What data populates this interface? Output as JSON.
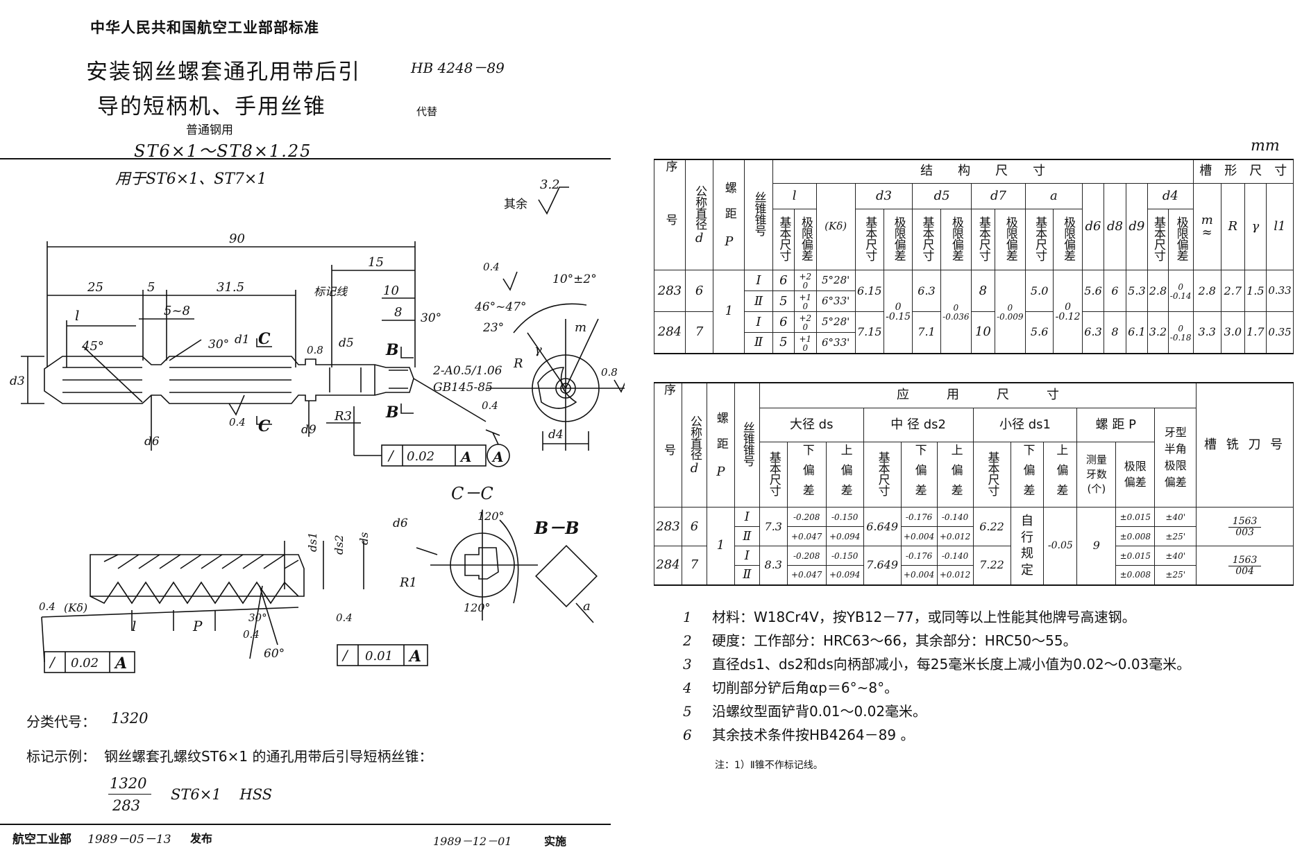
{
  "header": {
    "org": "中华人民共和国航空工业部部标准",
    "title_line1": "安装钢丝螺套通孔用带后引",
    "title_line2": "导的短柄机、手用丝锥",
    "subtitle": "普通钢用",
    "range": "ST6×1～ST8×1.25",
    "std_no": "HB 4248－89",
    "replace": "代替"
  },
  "drawing": {
    "applies_to": "用于ST6×1、ST7×1",
    "roughness_rest": "其余",
    "roughness_val": "3.2",
    "dims": {
      "total": "90",
      "d25": "25",
      "d5": "5",
      "d315": "31.5",
      "d15": "15",
      "d10": "10",
      "d8": "8",
      "d58": "5~8",
      "l": "l",
      "a45": "45°",
      "a30a": "30°",
      "a30b": "30°",
      "mark_line": "标记线",
      "c1": "C",
      "sub1": "1",
      "b": "B",
      "r3": "R3",
      "d3": "d3",
      "d6": "d6",
      "d9": "d9",
      "d5lbl": "d5",
      "d1": "d1",
      "r04": "0.4",
      "r08": "0.8",
      "center": "2-A0.5/1.06",
      "center_std": "GB145-85",
      "tol1": "/",
      "tol1_val": "0.02",
      "datum_a": "A",
      "ang1": "10°±2°",
      "ang2": "46°~47°",
      "ang3": "23°",
      "r04b": "0.4",
      "r08b": "0.8",
      "m": "m",
      "r": "R",
      "y": "γ",
      "d4": "d4",
      "cc": "C－C",
      "a120a": "120°",
      "a120b": "120°",
      "r1": "R1",
      "d6b": "d6",
      "bb": "B－B",
      "a": "a",
      "ds1": "ds1",
      "ds2": "ds2",
      "ds": "ds",
      "k8": "(Kδ)",
      "p": "P",
      "l2": "l",
      "a30c": "30°",
      "a60": "60°",
      "r04c": "0.4",
      "r04d": "0.4",
      "r04e": "0.4",
      "r04f": "0.4",
      "tol2_val": "0.02",
      "tol3_val": "0.01"
    },
    "class_code_label": "分类代号：",
    "class_code": "1320",
    "example_label": "标记示例：",
    "example_text": "钢丝螺套孔螺纹ST6×1 的通孔用带后引导短柄丝锥：",
    "example_num": "1320",
    "example_den": "283",
    "example_rest": "ST6×1    HSS"
  },
  "footer": {
    "org": "航空工业部",
    "issue_date": "1989－05－13",
    "issue": "发布",
    "impl_date": "1989－12－01",
    "impl": "实施"
  },
  "unit": "mm",
  "table1": {
    "h_seq": "序号",
    "h_nom": "公称直径",
    "h_d": "d",
    "h_pitch": "螺距",
    "h_p": "P",
    "h_taps": "丝锥锥号",
    "h_struct": "结　　构　　尺　　寸",
    "h_slot": "槽　形　尺　寸",
    "h_l": "l",
    "h_d3": "d3",
    "h_d5": "d5",
    "h_d7": "d7",
    "h_a": "a",
    "h_d4": "d4",
    "h_basic": "基本尺寸",
    "h_limit": "极限偏差",
    "h_k": "(Kδ)",
    "h_d6": "d6",
    "h_d8": "d8",
    "h_d9": "d9",
    "h_m": "m",
    "h_m2": "≈",
    "h_R": "R",
    "h_Y": "γ",
    "h_l1": "l1",
    "rows": [
      {
        "seq": "283",
        "d": "6",
        "p": "1",
        "t1": "Ⅰ",
        "l1": "6",
        "lt1a": "+2",
        "lt1b": "0",
        "k1": "5°28'",
        "t2": "Ⅱ",
        "l2": "5",
        "lt2a": "+1",
        "lt2b": "0",
        "k2": "6°33'",
        "d3": "6.15",
        "d3t": "0",
        "d3t2": "-0.15",
        "d5": "6.3",
        "d5t": "0",
        "d5t2": "-0.036",
        "d7": "8",
        "d7t": "0",
        "d7t2": "-0.009",
        "a": "5.0",
        "at": "0",
        "at2": "-0.12",
        "d6": "5.6",
        "d8": "6",
        "d9": "5.3",
        "d4": "2.8",
        "d4t": "0",
        "d4t2": "-0.14",
        "m": "2.8",
        "R": "2.7",
        "Y": "1.5",
        "l1v": "0.33"
      },
      {
        "seq": "284",
        "d": "7",
        "p": "",
        "t1": "Ⅰ",
        "l1": "6",
        "lt1a": "+2",
        "lt1b": "0",
        "k1": "5°28'",
        "t2": "Ⅱ",
        "l2": "5",
        "lt2a": "+1",
        "lt2b": "0",
        "k2": "6°33'",
        "d3": "7.15",
        "d5": "7.1",
        "d7": "10",
        "a": "5.6",
        "d6": "6.3",
        "d8": "8",
        "d9": "6.1",
        "d4": "3.2",
        "d4t": "0",
        "d4t2": "-0.18",
        "m": "3.3",
        "R": "3.0",
        "Y": "1.7",
        "l1v": "0.35"
      }
    ]
  },
  "table2": {
    "h_seq": "序号",
    "h_nom": "公称直径",
    "h_d": "d",
    "h_pitch": "螺距",
    "h_p": "P",
    "h_taps": "丝锥锥号",
    "h_app": "应　　　用　　　尺　　　寸",
    "h_major": "大径 ds",
    "h_pitch_d": "中 径 ds2",
    "h_minor": "小径 ds1",
    "h_pitchP": "螺 距 P",
    "h_half": "牙型半角极限偏差",
    "h_cutter": "槽 铣 刀 号",
    "h_basic": "基本尺寸",
    "h_lower": "下偏差",
    "h_upper": "上偏差",
    "h_count": "测量牙数(个)",
    "h_lim": "极限偏差",
    "rows": [
      {
        "seq": "283",
        "d": "6",
        "p": "1",
        "t1": "Ⅰ",
        "t2": "Ⅱ",
        "ds": "7.3",
        "ds_l1": "-0.208",
        "ds_u1": "-0.150",
        "ds_l2": "+0.047",
        "ds_u2": "+0.094",
        "d2": "6.649",
        "d2_l1": "-0.176",
        "d2_u1": "-0.140",
        "d2_l2": "+0.004",
        "d2_u2": "+0.012",
        "d1": "6.22",
        "d1_low": "自行规定",
        "d1_up": "-0.05",
        "count": "9",
        "pt1": "±0.015",
        "pt2": "±0.008",
        "h1": "±40'",
        "h2": "±25'",
        "c1": "1563",
        "c2": "003"
      },
      {
        "seq": "284",
        "d": "7",
        "t1": "Ⅰ",
        "t2": "Ⅱ",
        "ds": "8.3",
        "ds_l1": "-0.208",
        "ds_u1": "-0.150",
        "ds_l2": "+0.047",
        "ds_u2": "+0.094",
        "d2": "7.649",
        "d2_l1": "-0.176",
        "d2_u1": "-0.140",
        "d2_l2": "+0.004",
        "d2_u2": "+0.012",
        "d1": "7.22",
        "pt1": "±0.015",
        "pt2": "±0.008",
        "h1": "±40'",
        "h2": "±25'",
        "c1": "1563",
        "c2": "004"
      }
    ]
  },
  "notes": [
    {
      "n": "1",
      "t": "材料：W18Cr4V，按YB12－77，或同等以上性能其他牌号高速钢。"
    },
    {
      "n": "2",
      "t": "硬度：工作部分：HRC63～66，其余部分：HRC50～55。"
    },
    {
      "n": "3",
      "t": "直径ds1、ds2和ds向柄部减小，每25毫米长度上减小值为0.02～0.03毫米。"
    },
    {
      "n": "4",
      "t": "切削部分铲后角αp＝6°~8°。"
    },
    {
      "n": "5",
      "t": "沿螺纹型面铲背0.01～0.02毫米。"
    },
    {
      "n": "6",
      "t": "其余技术条件按HB4264－89 。"
    }
  ],
  "footnote": "注：1）Ⅱ锥不作标记线。"
}
